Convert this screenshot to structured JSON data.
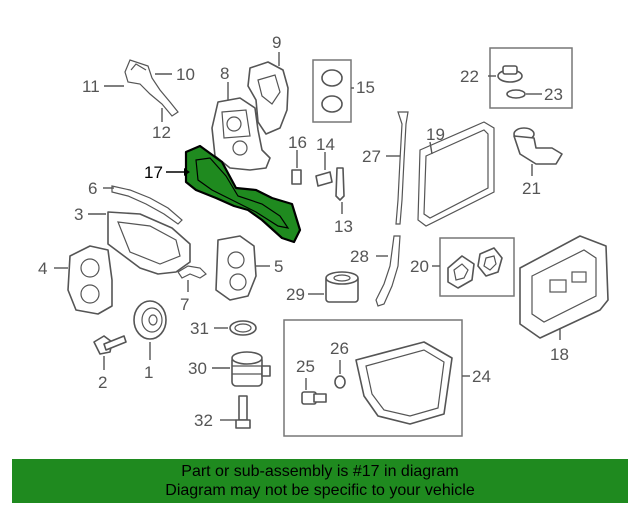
{
  "diagram": {
    "highlight_color": "#1f8a1f",
    "labels": {
      "l1": "1",
      "l2": "2",
      "l3": "3",
      "l4": "4",
      "l5": "5",
      "l6": "6",
      "l7": "7",
      "l8": "8",
      "l9": "9",
      "l10": "10",
      "l11": "11",
      "l12": "12",
      "l13": "13",
      "l14": "14",
      "l15": "15",
      "l16": "16",
      "l17": "17",
      "l18": "18",
      "l19": "19",
      "l20": "20",
      "l21": "21",
      "l22": "22",
      "l23": "23",
      "l24": "24",
      "l25": "25",
      "l26": "26",
      "l27": "27",
      "l28": "28",
      "l29": "29",
      "l30": "30",
      "l31": "31",
      "l32": "32"
    }
  },
  "banner": {
    "line1": "Part or sub-assembly is #17 in diagram",
    "line2": "Diagram may not be specific to your vehicle",
    "color": "#1f8a1f"
  }
}
